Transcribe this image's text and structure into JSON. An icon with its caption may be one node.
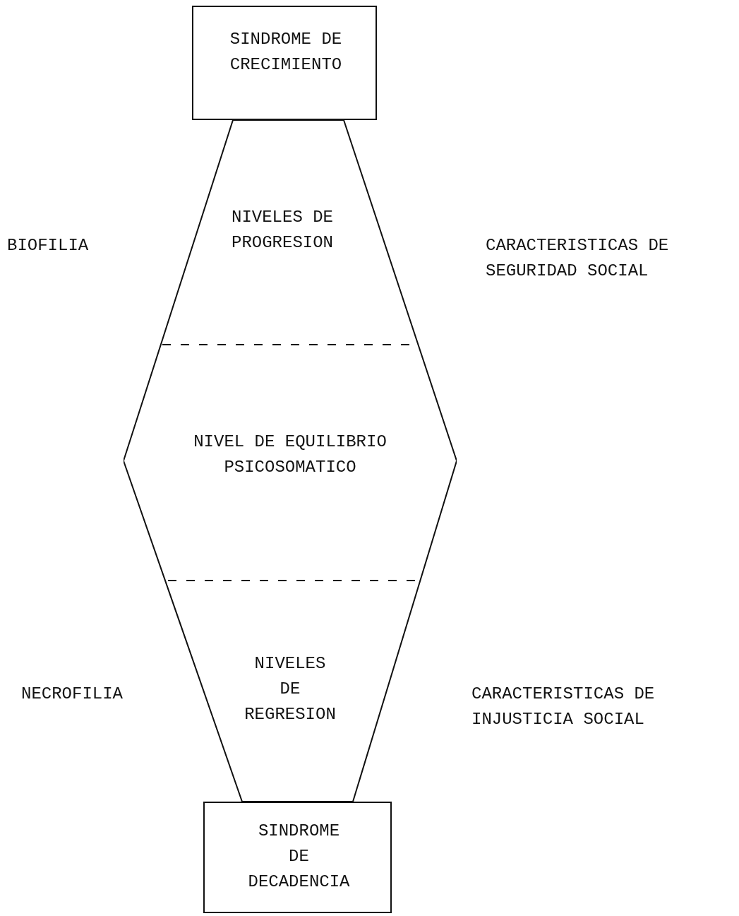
{
  "diagram": {
    "nodes": [
      {
        "text": [
          "SINDROME DE CRECIMIENTO"
        ]
      },
      {
        "text": [
          "NIVELES DE PROGRESION",
          "NIVEL DE EQUILIBRIO PSICOSOMATICO",
          "NIVELES DE REGRESION"
        ]
      },
      {
        "text": [
          "SINDROME DE DECADENCIA"
        ]
      }
    ],
    "labels": [
      "BIOFILIA",
      "CARACTERISTICAS DE SEGURIDAD SOCIAL",
      "NECROFILIA",
      "CARACTERISTICAS DE INJUSTICIA SOCIAL"
    ]
  }
}
